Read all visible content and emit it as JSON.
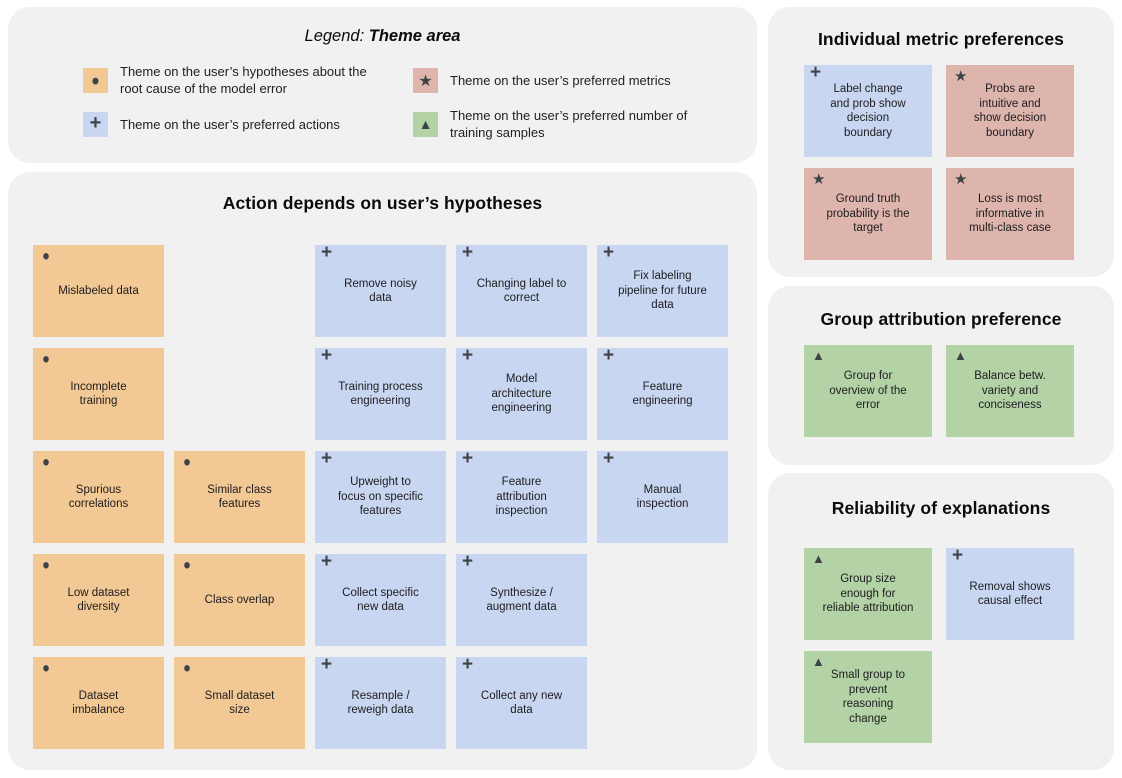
{
  "theme_colors": {
    "hypothesis": "#F2C894",
    "action": "#C9D6F1",
    "metric": "#DEB5AD",
    "samples": "#B3D2A6"
  },
  "icon_glyphs": {
    "circle": "●",
    "plus": "+",
    "star": "★",
    "triangle": "▲"
  },
  "legend": {
    "title_prefix": "Legend: ",
    "title_bold": "Theme area",
    "items": [
      {
        "icon": "circle",
        "theme": "hypothesis",
        "label": "Theme on the user’s hypotheses about the root cause of the model error"
      },
      {
        "icon": "plus",
        "theme": "action",
        "label": "Theme on the user’s preferred actions"
      },
      {
        "icon": "star",
        "theme": "metric",
        "label": "Theme on the user’s preferred metrics"
      },
      {
        "icon": "triangle",
        "theme": "samples",
        "label": "Theme on the user’s preferred number of training samples"
      }
    ]
  },
  "main_panel": {
    "title": "Action depends on user’s hypotheses",
    "cards": [
      {
        "row": 1,
        "col": 1,
        "theme": "hypothesis",
        "icon": "circle",
        "text": "Mislabeled data"
      },
      {
        "row": 1,
        "col": 3,
        "theme": "action",
        "icon": "plus",
        "text": "Remove noisy data"
      },
      {
        "row": 1,
        "col": 4,
        "theme": "action",
        "icon": "plus",
        "text": "Changing label to correct"
      },
      {
        "row": 1,
        "col": 5,
        "theme": "action",
        "icon": "plus",
        "text": "Fix labeling pipeline for future data"
      },
      {
        "row": 2,
        "col": 1,
        "theme": "hypothesis",
        "icon": "circle",
        "text": "Incomplete training"
      },
      {
        "row": 2,
        "col": 3,
        "theme": "action",
        "icon": "plus",
        "text": "Training process engineering"
      },
      {
        "row": 2,
        "col": 4,
        "theme": "action",
        "icon": "plus",
        "text": "Model architecture engineering"
      },
      {
        "row": 2,
        "col": 5,
        "theme": "action",
        "icon": "plus",
        "text": "Feature engineering"
      },
      {
        "row": 3,
        "col": 1,
        "theme": "hypothesis",
        "icon": "circle",
        "text": "Spurious correlations"
      },
      {
        "row": 3,
        "col": 2,
        "theme": "hypothesis",
        "icon": "circle",
        "text": "Similar class features"
      },
      {
        "row": 3,
        "col": 3,
        "theme": "action",
        "icon": "plus",
        "text": "Upweight to focus on specific features"
      },
      {
        "row": 3,
        "col": 4,
        "theme": "action",
        "icon": "plus",
        "text": "Feature attribution inspection"
      },
      {
        "row": 3,
        "col": 5,
        "theme": "action",
        "icon": "plus",
        "text": "Manual inspection"
      },
      {
        "row": 4,
        "col": 1,
        "theme": "hypothesis",
        "icon": "circle",
        "text": "Low dataset diversity"
      },
      {
        "row": 4,
        "col": 2,
        "theme": "hypothesis",
        "icon": "circle",
        "text": "Class overlap"
      },
      {
        "row": 4,
        "col": 3,
        "theme": "action",
        "icon": "plus",
        "text": "Collect specific new data"
      },
      {
        "row": 4,
        "col": 4,
        "theme": "action",
        "icon": "plus",
        "text": "Synthesize / augment data"
      },
      {
        "row": 5,
        "col": 1,
        "theme": "hypothesis",
        "icon": "circle",
        "text": "Dataset imbalance"
      },
      {
        "row": 5,
        "col": 2,
        "theme": "hypothesis",
        "icon": "circle",
        "text": "Small dataset size"
      },
      {
        "row": 5,
        "col": 3,
        "theme": "action",
        "icon": "plus",
        "text": "Resample / reweigh data"
      },
      {
        "row": 5,
        "col": 4,
        "theme": "action",
        "icon": "plus",
        "text": "Collect any new data"
      }
    ]
  },
  "right_panels": [
    {
      "title": "Individual metric preferences",
      "cards": [
        {
          "row": 1,
          "col": 1,
          "theme": "action",
          "icon": "plus",
          "text": "Label change and prob show decision boundary"
        },
        {
          "row": 1,
          "col": 2,
          "theme": "metric",
          "icon": "star",
          "text": "Probs are intuitive and show decision boundary"
        },
        {
          "row": 2,
          "col": 1,
          "theme": "metric",
          "icon": "star",
          "text": "Ground truth probability is the target"
        },
        {
          "row": 2,
          "col": 2,
          "theme": "metric",
          "icon": "star",
          "text": "Loss is most informative in multi-class case"
        }
      ]
    },
    {
      "title": "Group attribution preference",
      "cards": [
        {
          "row": 1,
          "col": 1,
          "theme": "samples",
          "icon": "triangle",
          "text": "Group for overview of the error"
        },
        {
          "row": 1,
          "col": 2,
          "theme": "samples",
          "icon": "triangle",
          "text": "Balance betw. variety and conciseness"
        }
      ]
    },
    {
      "title": "Reliability of explanations",
      "cards": [
        {
          "row": 1,
          "col": 1,
          "theme": "samples",
          "icon": "triangle",
          "text": "Group size enough for reliable attribution"
        },
        {
          "row": 1,
          "col": 2,
          "theme": "action",
          "icon": "plus",
          "text": "Removal shows causal effect"
        },
        {
          "row": 2,
          "col": 1,
          "theme": "samples",
          "icon": "triangle",
          "text": "Small group to prevent reasoning change"
        }
      ]
    }
  ]
}
